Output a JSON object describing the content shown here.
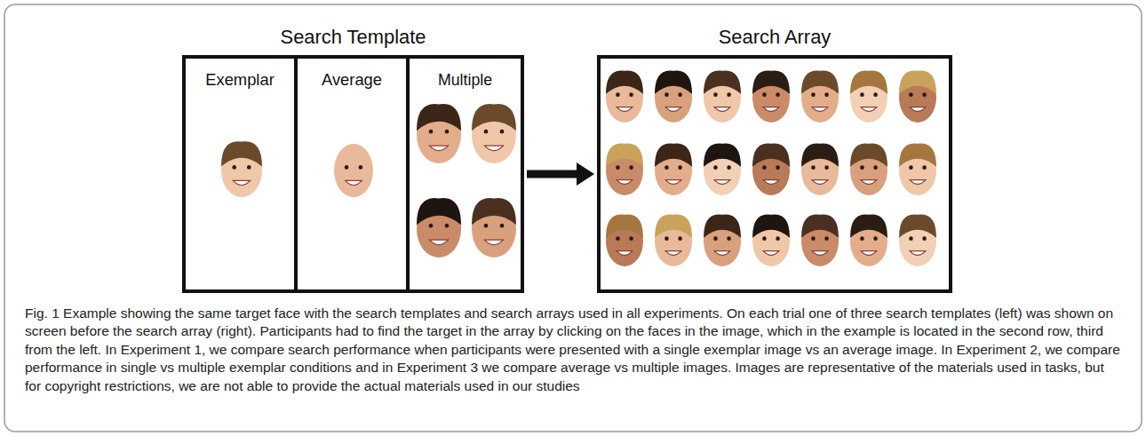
{
  "diagram": {
    "caption": "Fig. 1 Example showing the same target face with the search templates and search arrays used in all experiments. On each trial one of three search templates (left) was shown on screen before the search array (right). Participants had to find the target in the array by clicking on the faces in the image, which in the example is located in the second row, third from the left. In Experiment 1, we compare search performance when participants were presented with a single exemplar image vs an average image. In Experiment 2, we compare performance in single vs multiple exemplar conditions and in Experiment 3 we compare average vs multiple images. Images are representative of the materials used in tasks, but for copyright restrictions, we are not able to provide the actual materials used in our studies",
    "nodes": [
      {
        "text": [
          "Search Template"
        ]
      },
      {
        "text": [
          "Exemplar"
        ],
        "in": 0
      },
      {
        "text": [
          "Average"
        ],
        "in": 0
      },
      {
        "text": [
          "Multiple"
        ],
        "in": 0
      },
      {
        "text": [
          "Search Array"
        ]
      }
    ],
    "edges": [
      {
        "from": 0,
        "to": 4,
        "arrow": "to"
      }
    ]
  }
}
